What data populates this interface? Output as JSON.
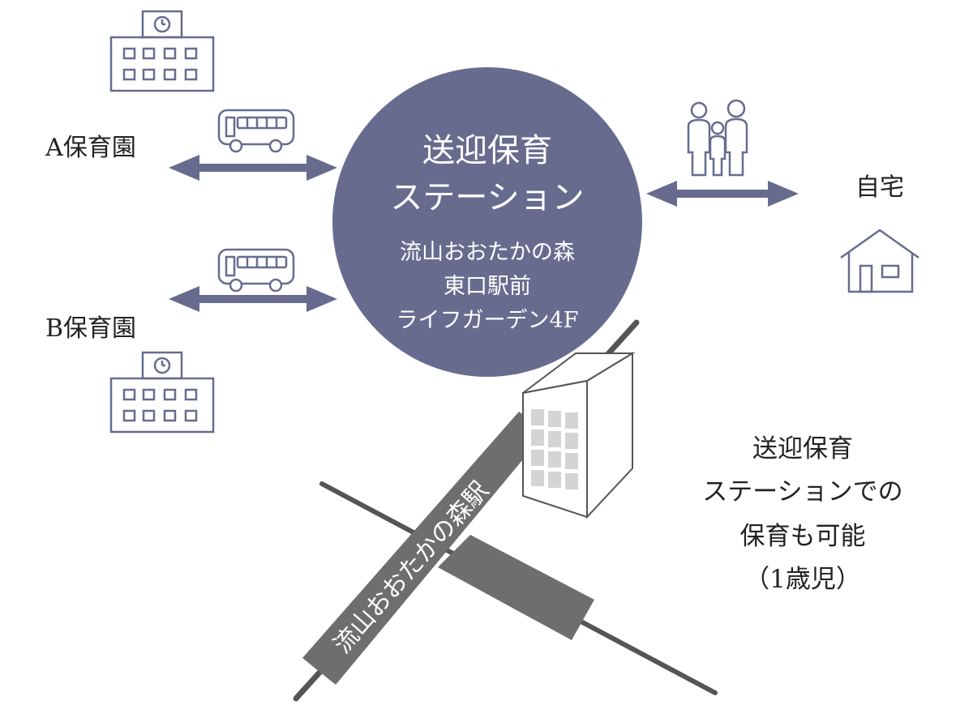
{
  "colors": {
    "hub": "#676c8f",
    "arrow": "#676c8f",
    "icon_stroke": "#676c8f",
    "rail": "#6e6e6e",
    "road": "#555555",
    "building_window": "#d4d4d4",
    "text": "#222222",
    "background": "#ffffff"
  },
  "hub": {
    "title_line1": "送迎保育",
    "title_line2": "ステーション",
    "sub_line1": "流山おおたかの森",
    "sub_line2": "東口駅前",
    "sub_line3": "ライフガーデン4F"
  },
  "nurseries": [
    {
      "label": "A保育園",
      "icon": "school-building-icon",
      "transport_icon": "bus-icon"
    },
    {
      "label": "B保育園",
      "icon": "school-building-icon",
      "transport_icon": "bus-icon"
    }
  ],
  "home": {
    "label": "自宅",
    "icon": "house-icon",
    "family_icon": "family-icon"
  },
  "station": {
    "label": "流山おおたかの森駅",
    "building_icon": "office-building-icon"
  },
  "note": {
    "line1": "送迎保育",
    "line2": "ステーションでの",
    "line3": "保育も可能",
    "line4": "（1歳児）"
  }
}
